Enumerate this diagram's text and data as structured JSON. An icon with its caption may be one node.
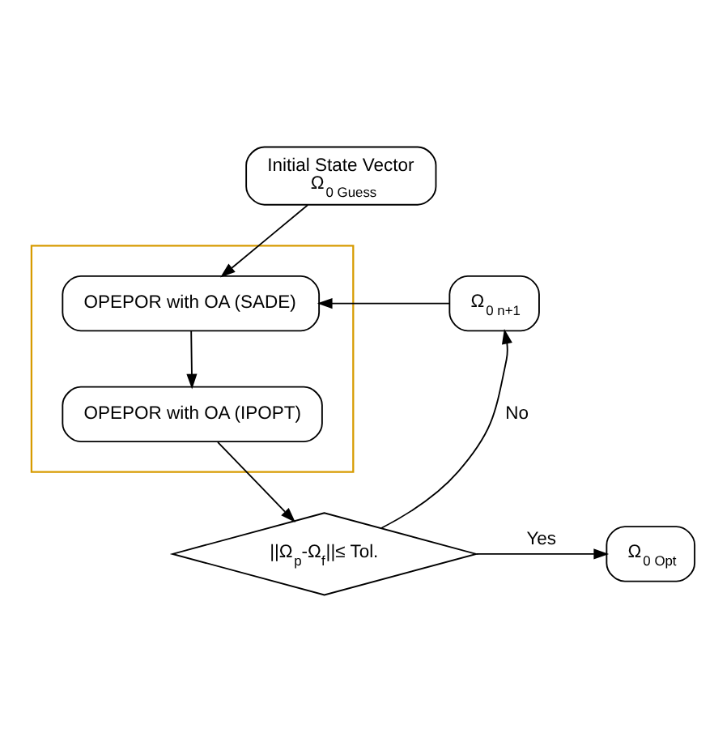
{
  "diagram": {
    "nodes": [
      {
        "text": [
          "Initial State Vector",
          "Ω$_{0 Guess}$"
        ]
      },
      {
        "text": [],
        "shape": "box"
      },
      {
        "text": [
          "OPEPOR with OA (SADE)"
        ],
        "in": 1
      },
      {
        "text": [
          "OPEPOR with OA (IPOPT)"
        ],
        "in": 1
      },
      {
        "text": [
          "||Ω$_{p}$-Ω$_{f}$||≤ Tol."
        ]
      },
      {
        "text": [
          "Ω$_{0 n+1}$"
        ]
      },
      {
        "text": [
          "Ω$_{0 Opt}$"
        ]
      }
    ],
    "edges": [
      {
        "from": 0,
        "to": 2,
        "arrow": "to"
      },
      {
        "from": 2,
        "to": 3,
        "arrow": "to"
      },
      {
        "from": 3,
        "to": 4,
        "arrow": "to"
      },
      {
        "from": 4,
        "to": 5,
        "arrow": "to",
        "label": "No"
      },
      {
        "from": 4,
        "to": 6,
        "arrow": "to",
        "label": "Yes"
      },
      {
        "from": 5,
        "to": 2,
        "arrow": "to"
      }
    ]
  }
}
